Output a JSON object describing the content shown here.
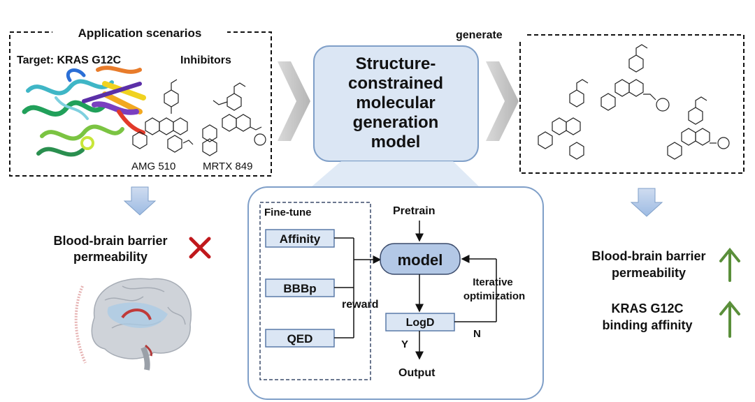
{
  "left_panel": {
    "title": "Application scenarios",
    "target_label": "Target: KRAS G12C",
    "inhibitors_label": "Inhibitors",
    "inhibitor_1": "AMG 510",
    "inhibitor_2": "MRTX 849"
  },
  "center_box": {
    "lines": [
      "Structure-",
      "constrained",
      "molecular",
      "generation",
      "model"
    ]
  },
  "right_panel": {
    "generate_label": "generate"
  },
  "workflow": {
    "fine_tune_label": "Fine-tune",
    "affinity": "Affinity",
    "bbbp": "BBBp",
    "qed": "QED",
    "reward": "reward",
    "pretrain": "Pretrain",
    "model": "model",
    "iterative_1": "Iterative",
    "iterative_2": "optimization",
    "logd": "LogD",
    "yes": "Y",
    "no": "N",
    "output": "Output"
  },
  "left_result": {
    "line1": "Blood-brain barrier",
    "line2": "permeability"
  },
  "right_result": {
    "bbb_line1": "Blood-brain barrier",
    "bbb_line2": "permeability",
    "aff_line1": "KRAS G12C",
    "aff_line2": "binding affinity"
  },
  "colors": {
    "box_fill": "#dbe6f4",
    "box_stroke": "#7f9fc8",
    "model_fill": "#b3c8e6",
    "arrow_grey": "#c4c4c4",
    "down_arrow": "#a9c3e6",
    "cross_red": "#c0181c",
    "up_green": "#5a8f3a"
  },
  "icons": [
    "protein-structure-icon",
    "molecule-icon",
    "brain-icon",
    "cross-icon",
    "up-arrow-icon",
    "down-arrow-icon",
    "chevron-arrow-icon"
  ]
}
